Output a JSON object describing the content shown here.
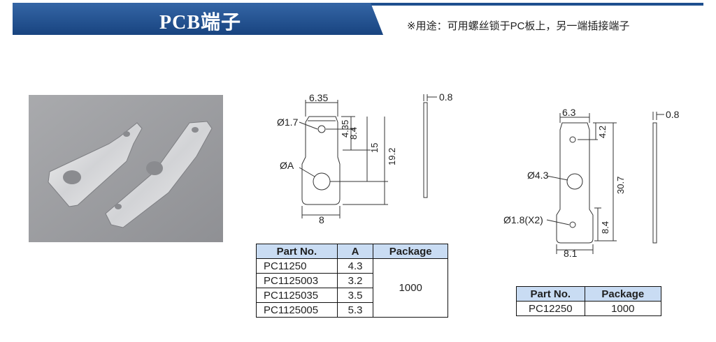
{
  "header": {
    "title": "PCB端子",
    "usage": "※用途：可用螺丝锁于PC板上，另一端插接端子",
    "band_color": "#1e4f8f"
  },
  "drawing1": {
    "labels": {
      "w_top": "6.35",
      "hole_small": "Ø1.7",
      "d1": "4.35",
      "d2": "8.4",
      "d3": "15",
      "d4": "19.2",
      "hole_a": "ØA",
      "w_bottom": "8",
      "thickness": "0.8"
    }
  },
  "drawing2": {
    "labels": {
      "w_top": "6.3",
      "d1": "4.2",
      "hole_big": "Ø4.3",
      "length": "30.7",
      "hole_small": "Ø1.8(X2)",
      "d2": "8.4",
      "w_bottom": "8.1",
      "thickness": "0.8"
    }
  },
  "table1": {
    "headers": [
      "Part No.",
      "A",
      "Package"
    ],
    "rows": [
      {
        "part": "PC11250",
        "a": "4.3"
      },
      {
        "part": "PC1125003",
        "a": "3.2"
      },
      {
        "part": "PC1125035",
        "a": "3.5"
      },
      {
        "part": "PC1125005",
        "a": "5.3"
      }
    ],
    "package": "1000"
  },
  "table2": {
    "headers": [
      "Part No.",
      "Package"
    ],
    "rows": [
      {
        "part": "PC12250",
        "package": "1000"
      }
    ]
  }
}
